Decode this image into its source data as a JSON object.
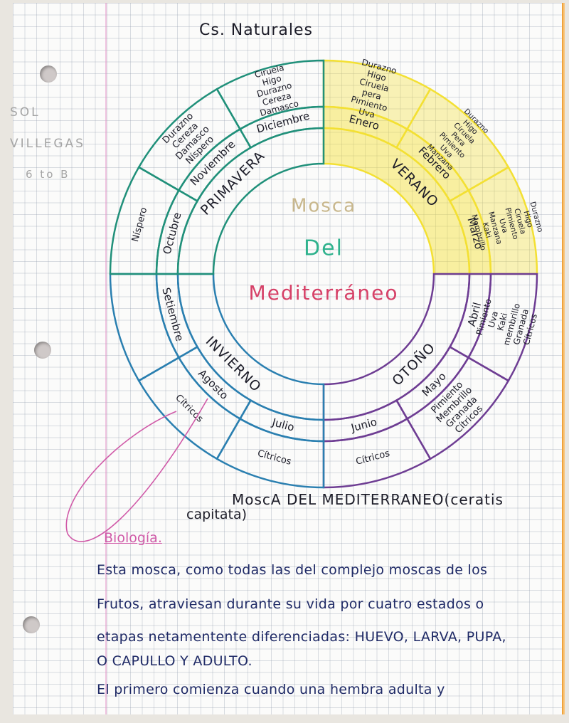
{
  "header": {
    "title": "Cs. Naturales",
    "student_name_line1": "SOL",
    "student_name_line2": "VILLEGAS",
    "student_class": "6 to B"
  },
  "diagram": {
    "center_title": [
      "Mosca",
      "Del",
      "Mediterráneo"
    ],
    "center_colors": [
      "#c8b78c",
      "#2fb28d",
      "#d64067"
    ],
    "seasons": [
      {
        "name": "VERANO",
        "color": "#f3e033"
      },
      {
        "name": "OTOÑO",
        "color": "#6e3d93"
      },
      {
        "name": "INVIERNO",
        "color": "#2a7fb0"
      },
      {
        "name": "PRIMAVERA",
        "color": "#20907a"
      }
    ],
    "months": [
      {
        "name": "Enero",
        "fruits": [
          "Durazno",
          "Higo",
          "Ciruela",
          "pera",
          "Pimiento",
          "Uva"
        ]
      },
      {
        "name": "Febrero",
        "fruits": [
          "Durazno",
          "Higo",
          "Ciruela",
          "Pera",
          "Pimiento",
          "Uva",
          "Manzana"
        ]
      },
      {
        "name": "Marzo",
        "fruits": [
          "Durazno",
          "Higo",
          "Ciruela",
          "Pimiento",
          "Uva",
          "Manzana",
          "Kaki",
          "Membrillo"
        ]
      },
      {
        "name": "Abril",
        "fruits": [
          "Pimiento",
          "Uva",
          "Kaki",
          "membrillo",
          "Granada",
          "Cítricos"
        ]
      },
      {
        "name": "Mayo",
        "fruits": [
          "Pimiento",
          "Membrillo",
          "Granada",
          "Cítricos"
        ]
      },
      {
        "name": "Junio",
        "fruits": [
          "Cítricos"
        ]
      },
      {
        "name": "Julio",
        "fruits": [
          "Cítricos"
        ]
      },
      {
        "name": "Agosto",
        "fruits": [
          "Cítricos"
        ]
      },
      {
        "name": "Setiembre",
        "fruits": [
          ""
        ]
      },
      {
        "name": "Octubre",
        "fruits": [
          "Níspero"
        ]
      },
      {
        "name": "Noviembre",
        "fruits": [
          "Durazno",
          "Cereza",
          "Damasco",
          "Níspero"
        ]
      },
      {
        "name": "Diciembre",
        "fruits": [
          "Ciruela",
          "Higo",
          "Durazno",
          "Cereza",
          "Damasco"
        ]
      }
    ]
  },
  "caption": {
    "line1": "MoscA DEL MEDITERRANEO(ceratis",
    "line2": "capitata)"
  },
  "section_title": "Biología.",
  "paragraph": [
    "Esta mosca, como todas las del complejo moscas de los",
    "Frutos, atraviesan durante su vida por cuatro estados o",
    "etapas netamentente diferenciadas: HUEVO, LARVA, PUPA,",
    "O CAPULLO Y ADULTO.",
    "El primero comienza cuando una hembra adulta y"
  ]
}
